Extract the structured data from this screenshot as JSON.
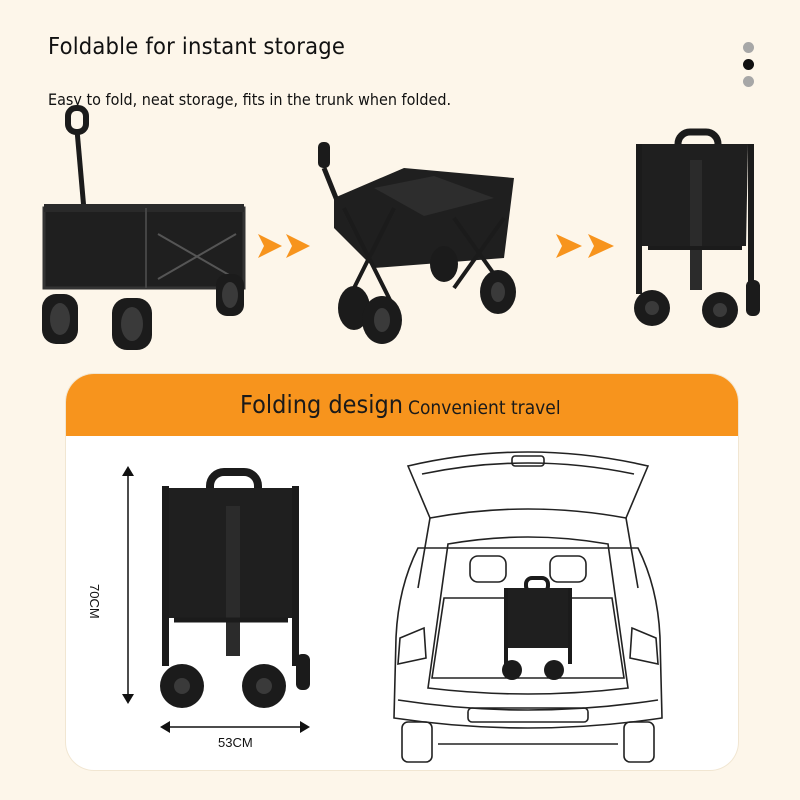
{
  "header": {
    "title": "Foldable for instant storage",
    "subtitle": "Easy to fold, neat storage, fits in the trunk when folded."
  },
  "pager": {
    "total": 3,
    "active_index": 1
  },
  "steps": {
    "unfolded_wagon": "wagon-unfolded",
    "folding_wagon": "wagon-folding",
    "folded_wagon": "wagon-folded"
  },
  "colors": {
    "accent": "#f7941d",
    "background": "#fdf6ea",
    "frame": "#1b1b1b"
  },
  "panel": {
    "heading": "Folding design",
    "tagline": "Convenient travel",
    "dimensions": {
      "height": "70CM",
      "width": "53CM"
    }
  }
}
